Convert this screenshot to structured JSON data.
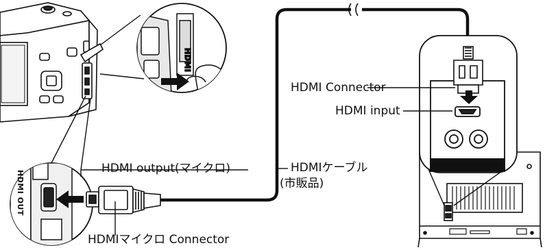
{
  "labels": {
    "hdmi_connector": "HDMI Connector",
    "hdmi_input": "HDMI input",
    "hdmi_output": "HDMI output(マイクロ)",
    "hdmi_cable_line1": "HDMIケーブル",
    "hdmi_cable_line2": "(市販品)",
    "hdmi_micro_connector": "HDMIマイクロ Connector",
    "port_text": "HDMI OUT"
  },
  "colors": {
    "line": "#111111",
    "panel_fill": "#ffffff",
    "tv_screen": "#ffffff",
    "dark": "#111111"
  },
  "icons": {
    "arrow_insert_camera": "arrow-right-icon",
    "arrow_insert_port": "arrow-left-icon",
    "arrow_insert_tv": "arrow-down-icon",
    "cable_break": "break-mark-icon"
  }
}
